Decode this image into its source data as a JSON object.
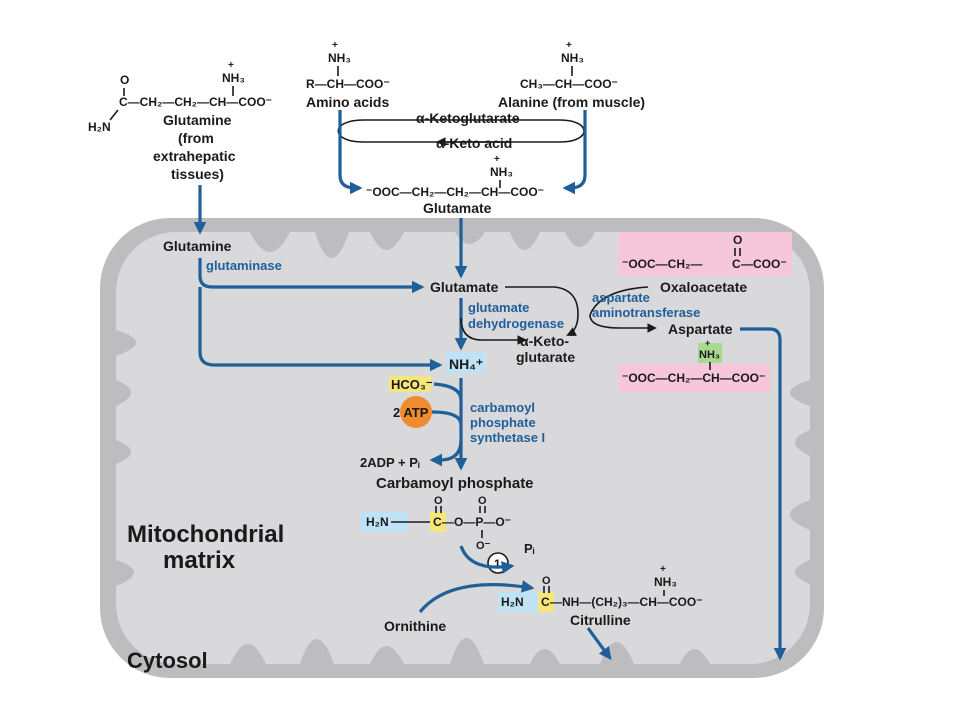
{
  "colors": {
    "pathway_blue": "#1f5f9a",
    "mito_gray": "#d7d7d9",
    "outer_gray": "#bdbdbf",
    "pink_highlight": "#f6c6da",
    "yellow_highlight": "#f5e57a",
    "green_highlight": "#a9d88f",
    "lightblue_highlight": "#bfe3f5",
    "atp_orange": "#f08b2e"
  },
  "labels": {
    "glutamine_from": "Glutamine",
    "glutamine_note1": "(from",
    "glutamine_note2": "extrahepatic",
    "glutamine_note3": "tissues)",
    "amino_acids": "Amino acids",
    "alanine": "Alanine (from muscle)",
    "ketoglutarate_top": "α-Ketoglutarate",
    "keto_acid": "α-Keto acid",
    "glutamate_top": "Glutamate",
    "glutamine_mito": "Glutamine",
    "glutaminase": "glutaminase",
    "glutamate_mito": "Glutamate",
    "glutamate_dh_1": "glutamate",
    "glutamate_dh_2": "dehydrogenase",
    "oxaloacetate": "Oxaloacetate",
    "asp_at_1": "aspartate",
    "asp_at_2": "aminotransferase",
    "aspartate": "Aspartate",
    "ketoglutarate_mito_1": "α-Keto-",
    "ketoglutarate_mito_2": "glutarate",
    "nh4": "NH₄⁺",
    "hco3": "HCO₃⁻",
    "atp": "2 ATP",
    "cps_1": "carbamoyl",
    "cps_2": "phosphate",
    "cps_3": "synthetase I",
    "adp_pi": "2ADP + Pᵢ",
    "carbamoyl_phosphate": "Carbamoyl phosphate",
    "mito_matrix_1": "Mitochondrial",
    "mito_matrix_2": "matrix",
    "step_number": "1",
    "pi": "Pᵢ",
    "ornithine": "Ornithine",
    "citrulline": "Citrulline",
    "cytosol": "Cytosol"
  },
  "formulas": {
    "gln_o": "O",
    "gln_nh3": "NH₃",
    "gln_plus": "+",
    "gln_chain": "C—CH₂—CH₂—CH—COO⁻",
    "gln_h2n": "H₂N",
    "aa_nh3": "NH₃",
    "aa_plus": "+",
    "aa_chain": "R—CH—COO⁻",
    "ala_nh3": "NH₃",
    "ala_plus": "+",
    "ala_chain": "CH₃—CH—COO⁻",
    "glu_nh3": "NH₃",
    "glu_plus": "+",
    "glu_chain": "⁻OOC—CH₂—CH₂—CH—COO⁻",
    "oaa_o": "O",
    "oaa_chain_a": "⁻OOC—CH₂—",
    "oaa_c": "C",
    "oaa_chain_b": "—COO⁻",
    "asp_nh3": "NH₃",
    "asp_plus": "+",
    "asp_chain": "⁻OOC—CH₂—CH—COO⁻",
    "cp_h2n": "H₂N",
    "cp_c": "C",
    "cp_rest": "—O—P—O⁻",
    "cp_o_top1": "O",
    "cp_o_top2": "O",
    "cp_o_bottom": "O⁻",
    "cit_h2n": "H₂N",
    "cit_c": "C",
    "cit_rest": "—NH—(CH₂)₃—CH—COO⁻",
    "cit_o": "O",
    "cit_nh3": "NH₃",
    "cit_plus": "+"
  }
}
